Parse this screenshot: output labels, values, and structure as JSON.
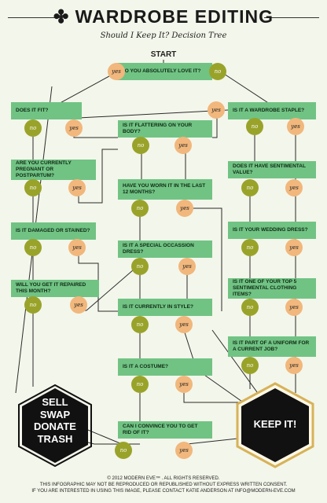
{
  "header": {
    "title": "WARDROBE EDITING",
    "subtitle": "Should I Keep It? Decision Tree",
    "start_label": "START",
    "mark": "✤"
  },
  "questions": {
    "love": "DO YOU ABSOLUTELY LOVE IT?",
    "fit": "DOES IT FIT?",
    "staple": "IS IT A WARDROBE STAPLE?",
    "flattering": "IS IT FLATTERING ON YOUR BODY?",
    "pregnant": "ARE YOU CURRENTLY PREGNANT OR POSTPARTUM?",
    "sentimental": "DOES IT HAVE SENTIMENTAL VALUE?",
    "worn": "HAVE YOU WORN IT IN THE LAST 12 MONTHS?",
    "damaged": "IS IT DAMAGED OR STAINED?",
    "wedding": "IS IT YOUR WEDDING DRESS?",
    "special": "IS IT A SPECIAL OCCASSION DRESS?",
    "repaired": "WILL YOU GET IT REPAIRED THIS MONTH?",
    "top5": "IS IT ONE OF YOUR TOP 5 SENTIMENTAL CLOTHING ITEMS?",
    "style": "IS IT CURRENTLY IN STYLE?",
    "uniform": "IS IT PART OF A UNIFORM FOR A CURRENT JOB?",
    "costume": "IS IT A COSTUME?",
    "convince": "CAN I CONVINCE YOU TO GET RID OF IT?"
  },
  "answers": {
    "yes": "yes",
    "no": "no"
  },
  "outcomes": {
    "sell": [
      "SELL",
      "SWAP",
      "DONATE",
      "TRASH"
    ],
    "keep": "KEEP IT!"
  },
  "footer": {
    "copyright": "© 2012 MODERN EVE™ . ALL RIGHTS RESERVED.",
    "line2": "THIS INFOGRAPHIC MAY NOT BE REPRODUCED OR REPUBLISHED WITHOUT EXPRESS WRITTEN CONSENT.",
    "line3": "IF YOU ARE INTERESTED IN USING THIS IMAGE, PLEASE CONTACT KATIE ANDERSON AT INFO@MODERN-EVE.COM"
  },
  "colors": {
    "question_box": "#71c384",
    "yes_circle": "#f1b77c",
    "no_circle": "#99a32a",
    "background": "#f3f6ea",
    "hex_black": "#111111",
    "hex_gold": "#d6b25a"
  }
}
